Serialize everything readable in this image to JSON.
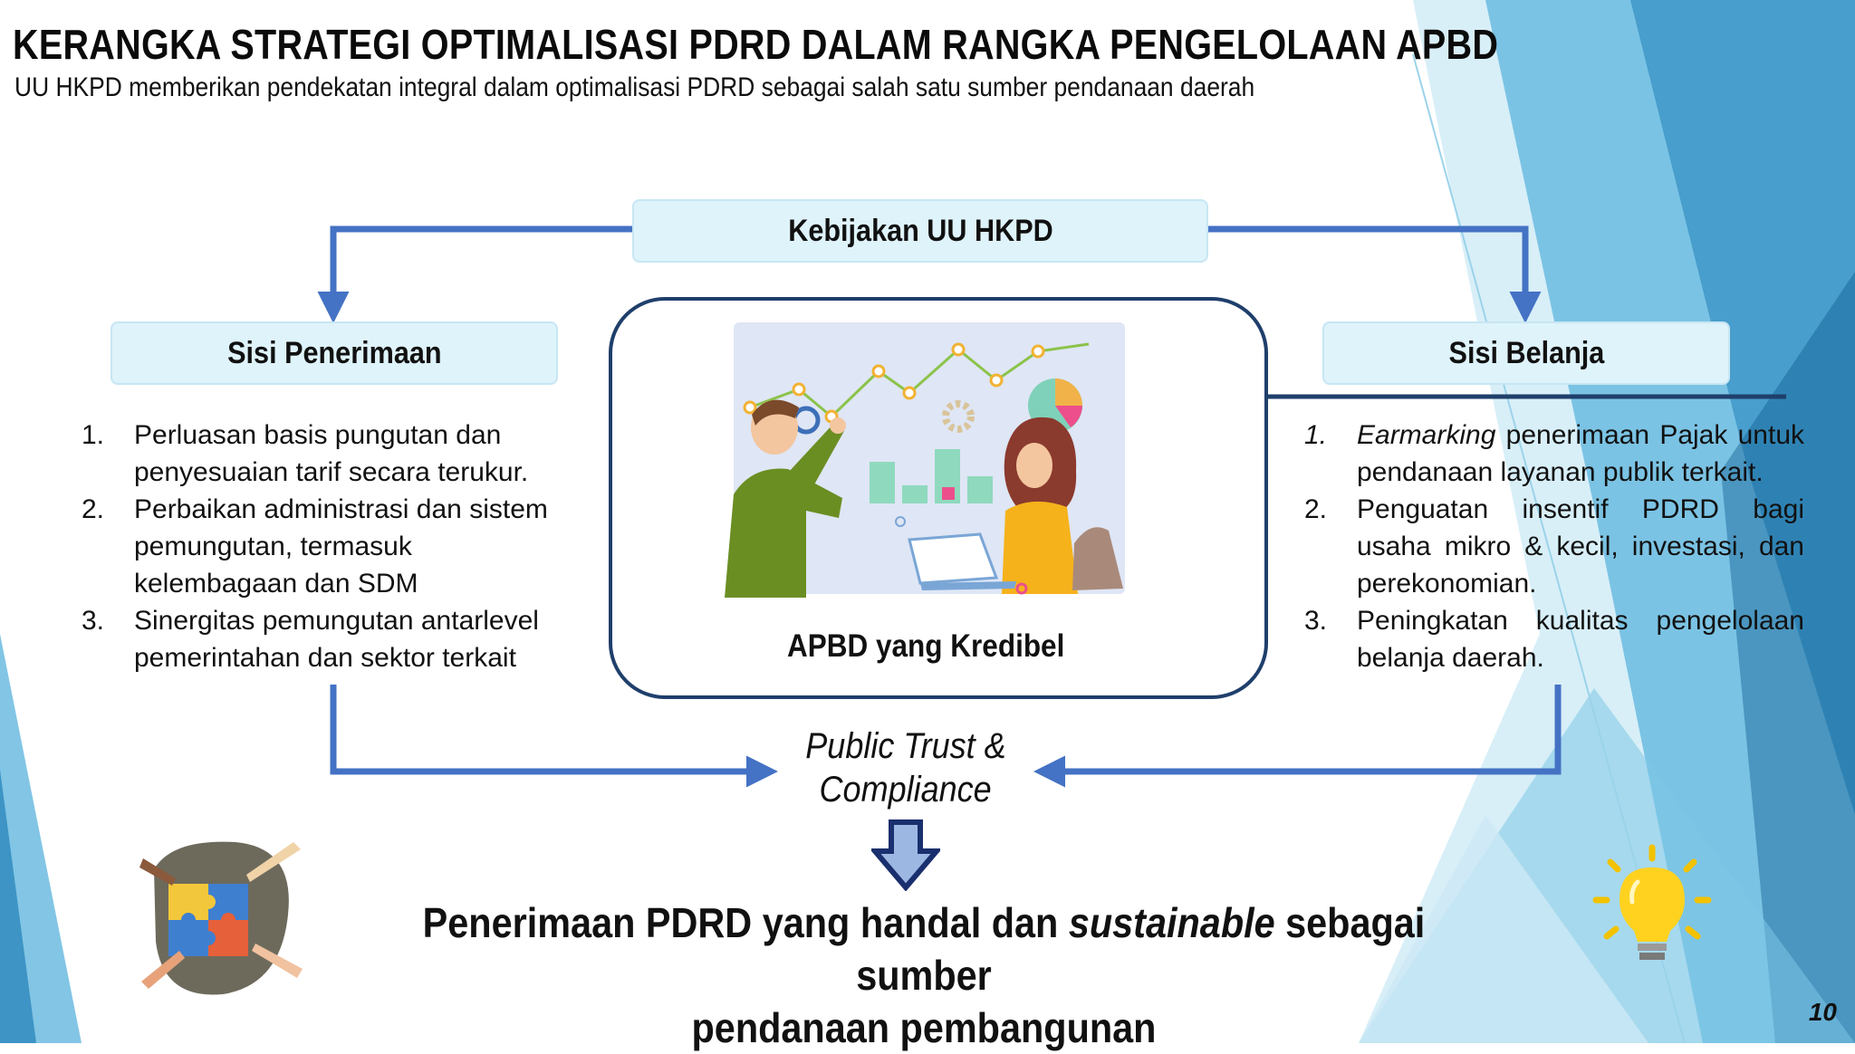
{
  "header": {
    "title": "KERANGKA STRATEGI OPTIMALISASI  PDRD DALAM RANGKA PENGELOLAAN APBD",
    "subtitle": "UU HKPD memberikan pendekatan  integral  dalam  optimalisasi PDRD sebagai  salah  satu  sumber pendanaan  daerah"
  },
  "diagram": {
    "top_box": "Kebijakan  UU HKPD",
    "left": {
      "heading": "Sisi  Penerimaan",
      "items": [
        {
          "num": "1.",
          "text": "Perluasan  basis  pungutan dan penyesuaian  tarif  secara  terukur."
        },
        {
          "num": "2.",
          "text": "Perbaikan  administrasi dan sistem pemungutan, termasuk kelembagaan dan SDM"
        },
        {
          "num": "3.",
          "text": "Sinergitas  pemungutan antarlevel pemerintahan dan sektor  terkait"
        }
      ]
    },
    "center": {
      "label": "APBD yang Kredibel"
    },
    "right": {
      "heading": "Sisi Belanja",
      "items": [
        {
          "num": "1.",
          "emph": "Earmarking",
          "text": " penerimaan Pajak untuk pendanaan  layanan publik  terkait."
        },
        {
          "num": "2.",
          "text": "Penguatan  insentif  PDRD bagi usaha mikro & kecil, investasi, dan perekonomian."
        },
        {
          "num": "3.",
          "text": "Peningkatan  kualitas  pengelolaan belanja  daerah."
        }
      ]
    },
    "merge_label_line1": "Public  Trust  &",
    "merge_label_line2": "Compliance",
    "outcome": {
      "pre": "Penerimaan  PDRD yang handal  dan ",
      "emph": "sustainable",
      "post": "  sebagai  sumber",
      "line2": "pendanaan  pembangunan"
    }
  },
  "page_number": "10",
  "colors": {
    "arrow": "#4472c4",
    "pill_bg": "#dff3fb",
    "card_border": "#1f3f6b",
    "deco_blue": "#2f9fd3"
  },
  "icons": [
    "chart-analysis-illustration",
    "puzzle-hands-icon",
    "lightbulb-icon",
    "down-arrow-icon"
  ]
}
